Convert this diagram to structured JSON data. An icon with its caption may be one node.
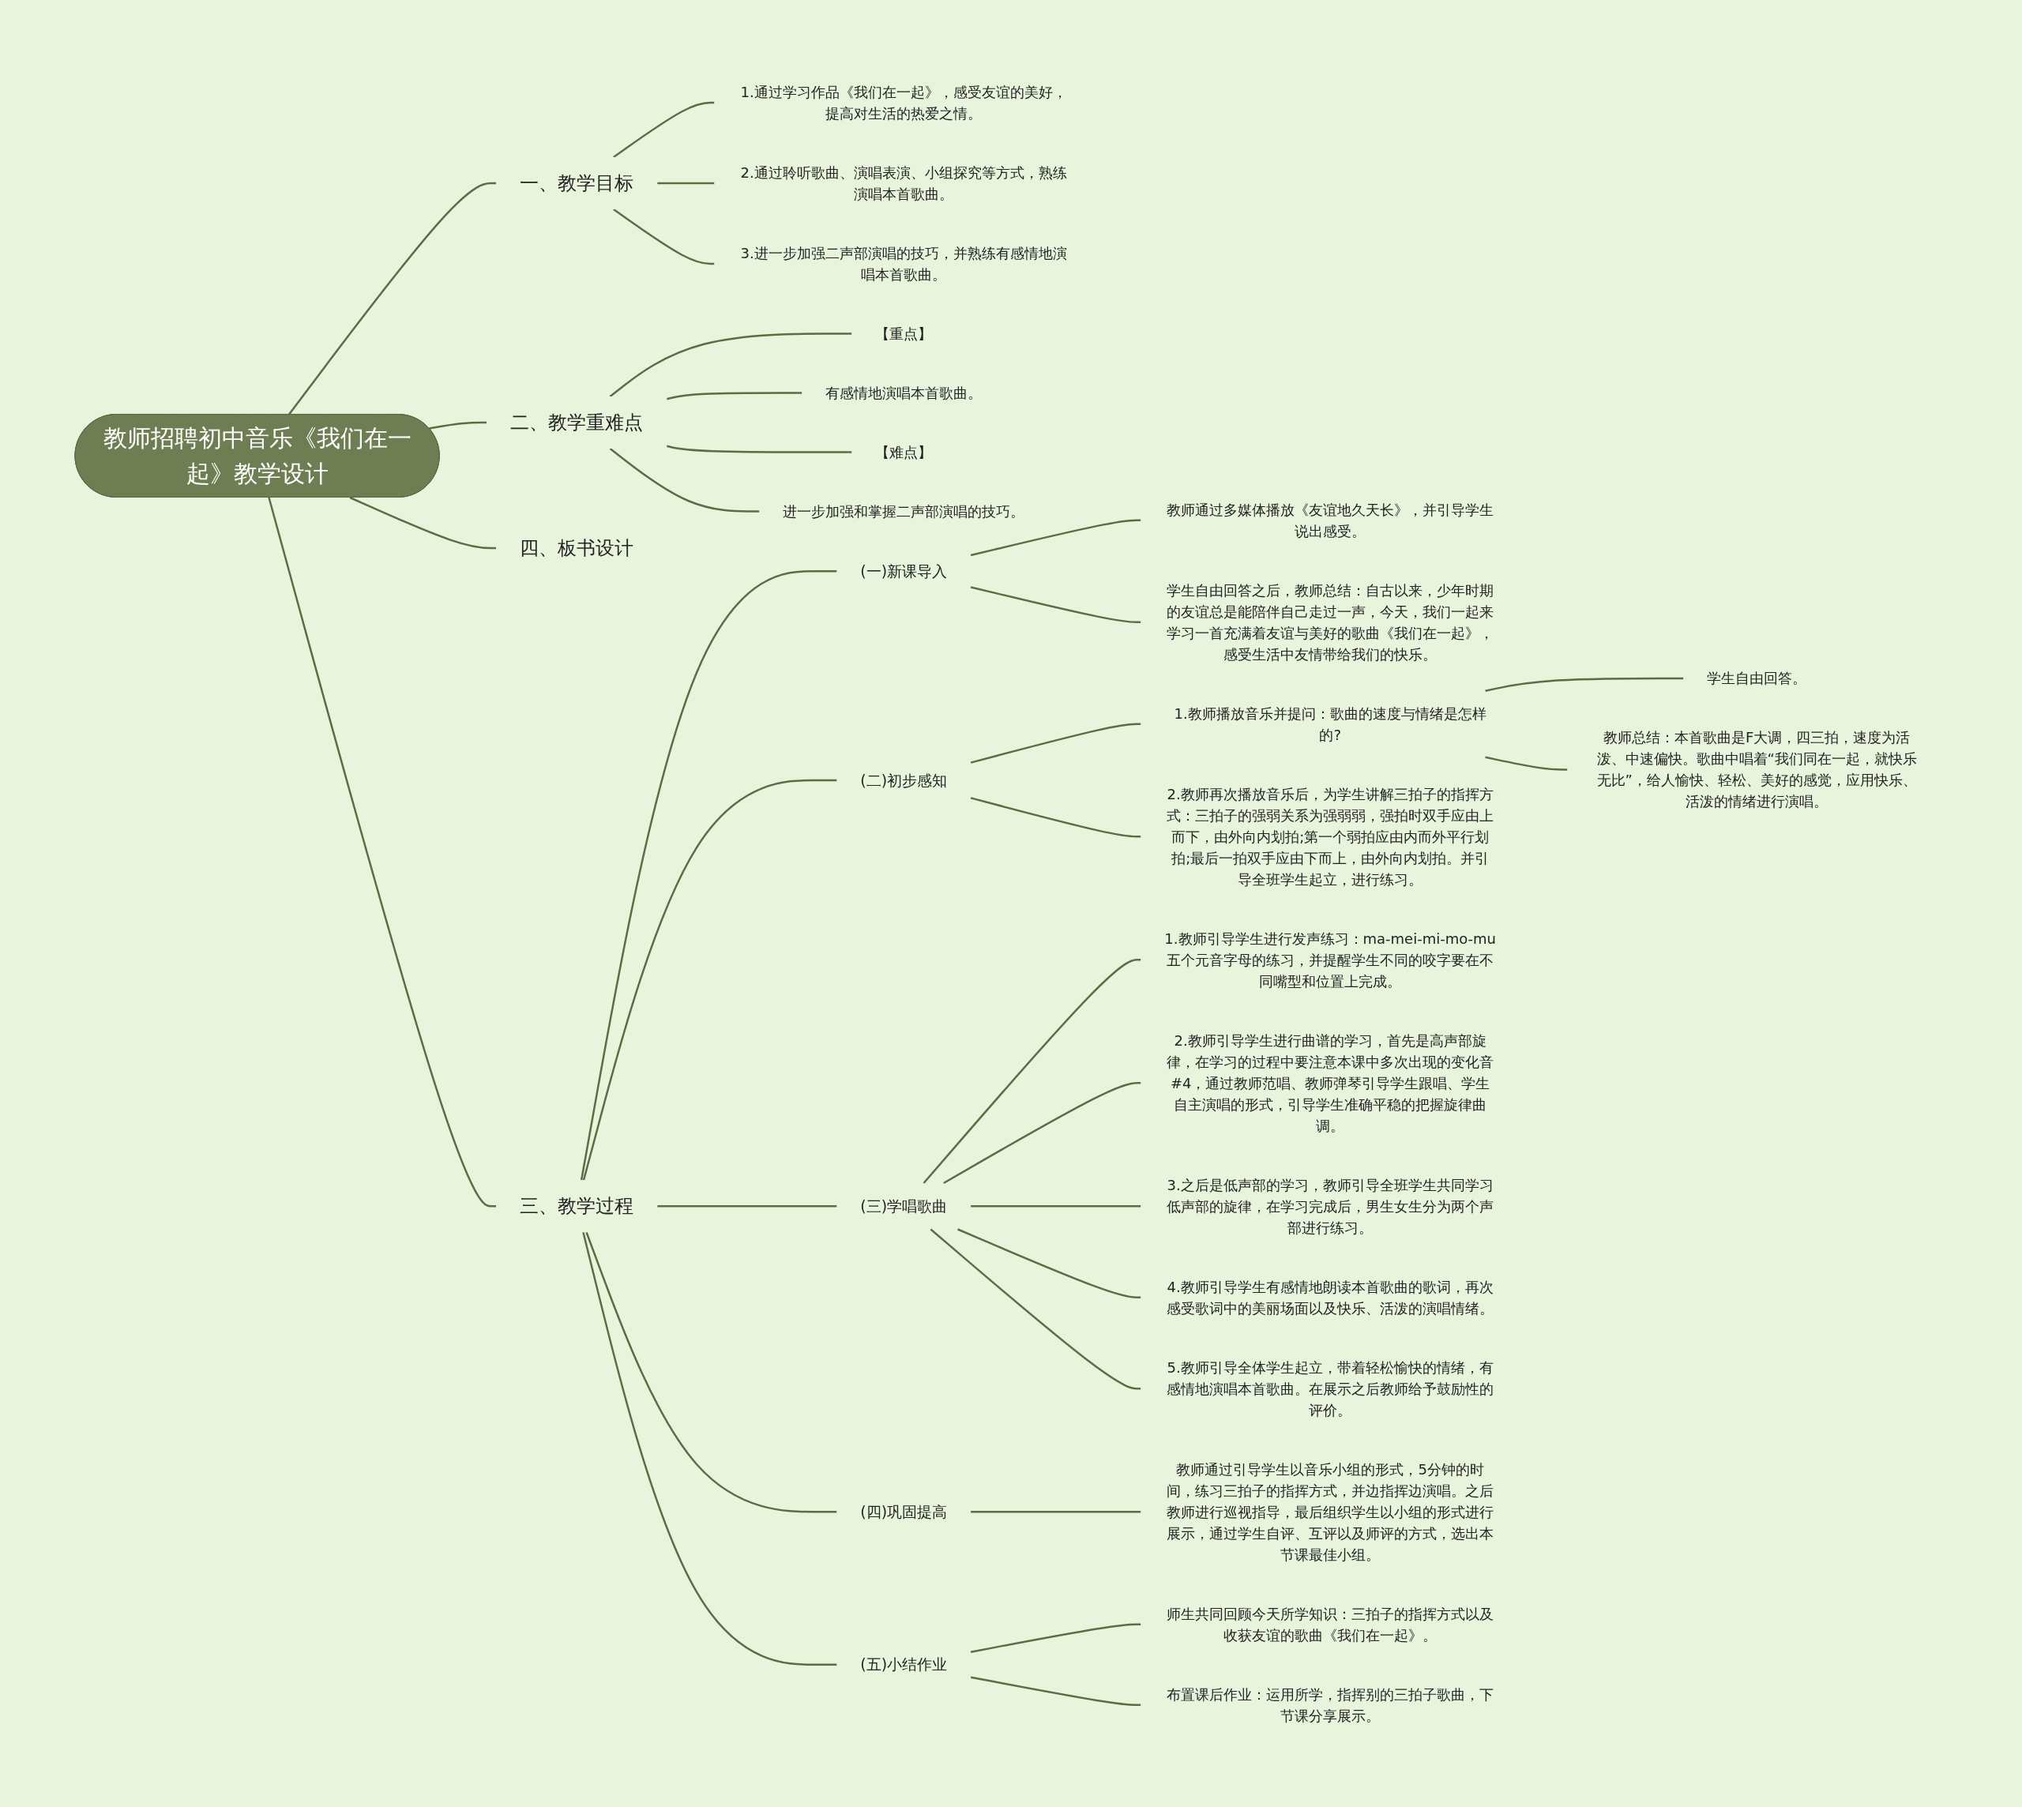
{
  "diagram": {
    "nodes": [
      {
        "text": [
          "教师招聘初中音乐《我们在一起》教学设计"
        ]
      },
      {
        "text": [
          "一、教学目标"
        ]
      },
      {
        "text": [
          "1.通过学习作品《我们在一起》，感受友谊的美好，提高对生活的热爱之情。"
        ]
      },
      {
        "text": [
          "2.通过聆听歌曲、演唱表演、小组探究等方式，熟练演唱本首歌曲。"
        ]
      },
      {
        "text": [
          "3.进一步加强二声部演唱的技巧，并熟练有感情地演唱本首歌曲。"
        ]
      },
      {
        "text": [
          "二、教学重难点"
        ]
      },
      {
        "text": [
          "【重点】"
        ]
      },
      {
        "text": [
          "有感情地演唱本首歌曲。"
        ]
      },
      {
        "text": [
          "【难点】"
        ]
      },
      {
        "text": [
          "进一步加强和掌握二声部演唱的技巧。"
        ]
      },
      {
        "text": [
          "三、教学过程"
        ]
      },
      {
        "text": [
          "(一)新课导入"
        ]
      },
      {
        "text": [
          "教师通过多媒体播放《友谊地久天长》，并引导学生说出感受。"
        ]
      },
      {
        "text": [
          "学生自由回答之后，教师总结：自古以来，少年时期的友谊总是能陪伴自己走过一声，今天，我们一起来学习一首充满着友谊与美好的歌曲《我们在一起》，感受生活中友情带给我们的快乐。"
        ]
      },
      {
        "text": [
          "(二)初步感知"
        ]
      },
      {
        "text": [
          "1.教师播放音乐并提问：歌曲的速度与情绪是怎样的?"
        ]
      },
      {
        "text": [
          "学生自由回答。"
        ]
      },
      {
        "text": [
          "教师总结：本首歌曲是F大调，四三拍，速度为活泼、中速偏快。歌曲中唱着“我们同在一起，就快乐无比”，给人愉快、轻松、美好的感觉，应用快乐、活泼的情绪进行演唱。"
        ]
      },
      {
        "text": [
          "2.教师再次播放音乐后，为学生讲解三拍子的指挥方式：三拍子的强弱关系为强弱弱，强拍时双手应由上而下，由外向内划拍;第一个弱拍应由内而外平行划拍;最后一拍双手应由下而上，由外向内划拍。并引导全班学生起立，进行练习。"
        ]
      },
      {
        "text": [
          "(三)学唱歌曲"
        ]
      },
      {
        "text": [
          "1.教师引导学生进行发声练习：ma-mei-mi-mo-mu五个元音字母的练习，并提醒学生不同的咬字要在不同嘴型和位置上完成。"
        ]
      },
      {
        "text": [
          "2.教师引导学生进行曲谱的学习，首先是高声部旋律，在学习的过程中要注意本课中多次出现的变化音#4，通过教师范唱、教师弹琴引导学生跟唱、学生自主演唱的形式，引导学生准确平稳的把握旋律曲调。"
        ]
      },
      {
        "text": [
          "3.之后是低声部的学习，教师引导全班学生共同学习低声部的旋律，在学习完成后，男生女生分为两个声部进行练习。"
        ]
      },
      {
        "text": [
          "4.教师引导学生有感情地朗读本首歌曲的歌词，再次感受歌词中的美丽场面以及快乐、活泼的演唱情绪。"
        ]
      },
      {
        "text": [
          "5.教师引导全体学生起立，带着轻松愉快的情绪，有感情地演唱本首歌曲。在展示之后教师给予鼓励性的评价。"
        ]
      },
      {
        "text": [
          "(四)巩固提高"
        ]
      },
      {
        "text": [
          "教师通过引导学生以音乐小组的形式，5分钟的时间，练习三拍子的指挥方式，并边指挥边演唱。之后教师进行巡视指导，最后组织学生以小组的形式进行展示，通过学生自评、互评以及师评的方式，选出本节课最佳小组。"
        ]
      },
      {
        "text": [
          "(五)小结作业"
        ]
      },
      {
        "text": [
          "师生共同回顾今天所学知识：三拍子的指挥方式以及收获友谊的歌曲《我们在一起》。"
        ]
      },
      {
        "text": [
          "布置课后作业：运用所学，指挥别的三拍子歌曲，下节课分享展示。"
        ]
      },
      {
        "text": [
          "四、板书设计"
        ]
      }
    ],
    "edges": [
      {
        "from": 0,
        "to": 1,
        "arrow": "none"
      },
      {
        "from": 1,
        "to": 2,
        "arrow": "none"
      },
      {
        "from": 1,
        "to": 3,
        "arrow": "none"
      },
      {
        "from": 1,
        "to": 4,
        "arrow": "none"
      },
      {
        "from": 0,
        "to": 5,
        "arrow": "none"
      },
      {
        "from": 5,
        "to": 6,
        "arrow": "none"
      },
      {
        "from": 5,
        "to": 7,
        "arrow": "none"
      },
      {
        "from": 5,
        "to": 8,
        "arrow": "none"
      },
      {
        "from": 5,
        "to": 9,
        "arrow": "none"
      },
      {
        "from": 0,
        "to": 10,
        "arrow": "none"
      },
      {
        "from": 10,
        "to": 11,
        "arrow": "none"
      },
      {
        "from": 11,
        "to": 12,
        "arrow": "none"
      },
      {
        "from": 11,
        "to": 13,
        "arrow": "none"
      },
      {
        "from": 10,
        "to": 14,
        "arrow": "none"
      },
      {
        "from": 14,
        "to": 15,
        "arrow": "none"
      },
      {
        "from": 15,
        "to": 16,
        "arrow": "none"
      },
      {
        "from": 15,
        "to": 17,
        "arrow": "none"
      },
      {
        "from": 14,
        "to": 18,
        "arrow": "none"
      },
      {
        "from": 10,
        "to": 19,
        "arrow": "none"
      },
      {
        "from": 19,
        "to": 20,
        "arrow": "none"
      },
      {
        "from": 19,
        "to": 21,
        "arrow": "none"
      },
      {
        "from": 19,
        "to": 22,
        "arrow": "none"
      },
      {
        "from": 19,
        "to": 23,
        "arrow": "none"
      },
      {
        "from": 19,
        "to": 24,
        "arrow": "none"
      },
      {
        "from": 10,
        "to": 25,
        "arrow": "none"
      },
      {
        "from": 25,
        "to": 26,
        "arrow": "none"
      },
      {
        "from": 10,
        "to": 27,
        "arrow": "none"
      },
      {
        "from": 27,
        "to": 28,
        "arrow": "none"
      },
      {
        "from": 27,
        "to": 29,
        "arrow": "none"
      },
      {
        "from": 0,
        "to": 30,
        "arrow": "none"
      }
    ]
  }
}
